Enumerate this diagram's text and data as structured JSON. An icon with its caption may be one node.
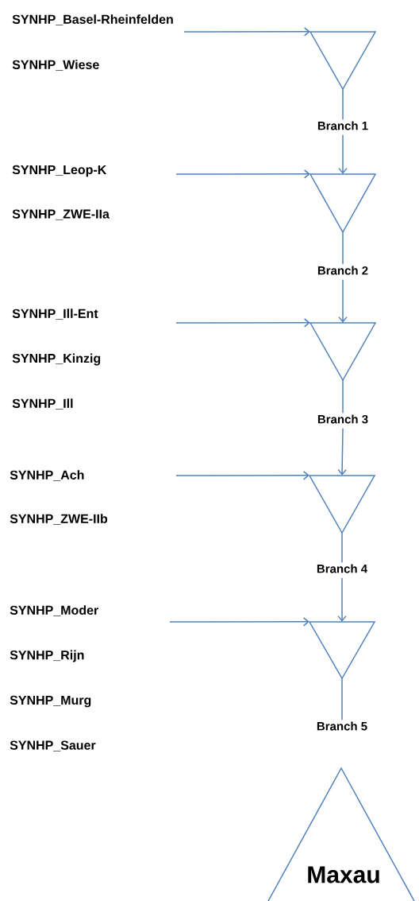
{
  "diagram": {
    "nodes": [
      {
        "text": [],
        "shape": "triangle"
      },
      {
        "text": [
          "Branch 1"
        ]
      },
      {
        "text": [],
        "shape": "triangle"
      },
      {
        "text": [
          "Branch 2"
        ]
      },
      {
        "text": [],
        "shape": "triangle"
      },
      {
        "text": [
          "Branch 3"
        ]
      },
      {
        "text": [],
        "shape": "triangle"
      },
      {
        "text": [
          "Branch 4"
        ]
      },
      {
        "text": [],
        "shape": "triangle"
      },
      {
        "text": [
          "Branch 5"
        ]
      },
      {
        "text": [
          "Maxau"
        ]
      }
    ],
    "edges": [
      {
        "from": null,
        "to": 0,
        "arrow": "to"
      },
      {
        "from": 0,
        "to": 1,
        "arrow": "none"
      },
      {
        "from": 1,
        "to": 2,
        "arrow": "to"
      },
      {
        "from": null,
        "to": 2,
        "arrow": "to"
      },
      {
        "from": 2,
        "to": 3,
        "arrow": "none"
      },
      {
        "from": 3,
        "to": 4,
        "arrow": "to"
      },
      {
        "from": null,
        "to": 4,
        "arrow": "to"
      },
      {
        "from": 4,
        "to": 5,
        "arrow": "none"
      },
      {
        "from": 5,
        "to": 6,
        "arrow": "to"
      },
      {
        "from": null,
        "to": 6,
        "arrow": "to"
      },
      {
        "from": 6,
        "to": 7,
        "arrow": "none"
      },
      {
        "from": 7,
        "to": 8,
        "arrow": "to"
      },
      {
        "from": null,
        "to": 8,
        "arrow": "to"
      },
      {
        "from": 8,
        "to": 9,
        "arrow": "none"
      }
    ],
    "labels": [
      "SYNHP_Basel-Rheinfelden",
      "SYNHP_Wiese",
      "SYNHP_Leop-K",
      "SYNHP_ZWE-IIa",
      "SYNHP_Ill-Ent",
      "SYNHP_Kinzig",
      "SYNHP_Ill",
      "SYNHP_Ach",
      "SYNHP_ZWE-IIb",
      "SYNHP_Moder",
      "SYNHP_Rijn",
      "SYNHP_Murg",
      "SYNHP_Sauer"
    ]
  }
}
